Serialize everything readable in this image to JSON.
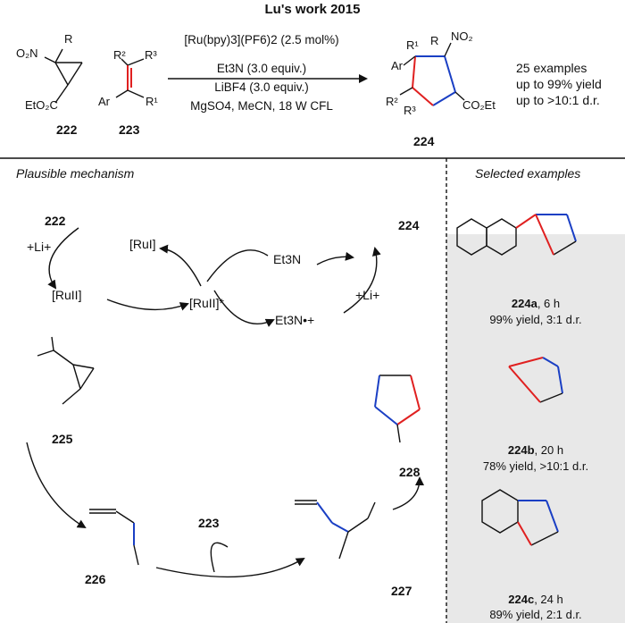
{
  "header": {
    "title": "Lu's work 2015"
  },
  "reaction": {
    "conditions": [
      "[Ru(bpy)3](PF6)2 (2.5 mol%)",
      "Et3N (3.0 equiv.)",
      "LiBF4 (3.0 equiv.)",
      "MgSO4, MeCN, 18 W CFL"
    ],
    "summary": [
      "25 examples",
      "up to 99% yield",
      "up to >10:1 d.r."
    ],
    "labels": {
      "reactant1": "222",
      "reactant2": "223",
      "product": "224"
    }
  },
  "mechanism": {
    "heading": "Plausible mechanism",
    "species": {
      "s222": "222",
      "s223": "223",
      "s224": "224",
      "s225": "225",
      "s226": "226",
      "s227": "227",
      "s228": "228",
      "li_add_1": "+Li+",
      "li_add_2": "+Li+",
      "ru1": "[RuI]",
      "ru2": "[RuII]",
      "ru2star": "[RuII]*",
      "et3n": "Et3N",
      "et3n_radical": "Et3N•+"
    }
  },
  "examples": {
    "heading": "Selected examples",
    "items": [
      {
        "label": "224a",
        "time": ", 6 h",
        "yield": "99% yield, 3:1 d.r."
      },
      {
        "label": "224b",
        "time": ", 20 h",
        "yield": "78% yield, >10:1 d.r."
      },
      {
        "label": "224c",
        "time": ", 24 h",
        "yield": "89% yield, 2:1 d.r."
      }
    ]
  },
  "colors": {
    "bond_red": "#e02020",
    "bond_blue": "#1a3fc4",
    "panel_bg": "#e8e8e8"
  }
}
